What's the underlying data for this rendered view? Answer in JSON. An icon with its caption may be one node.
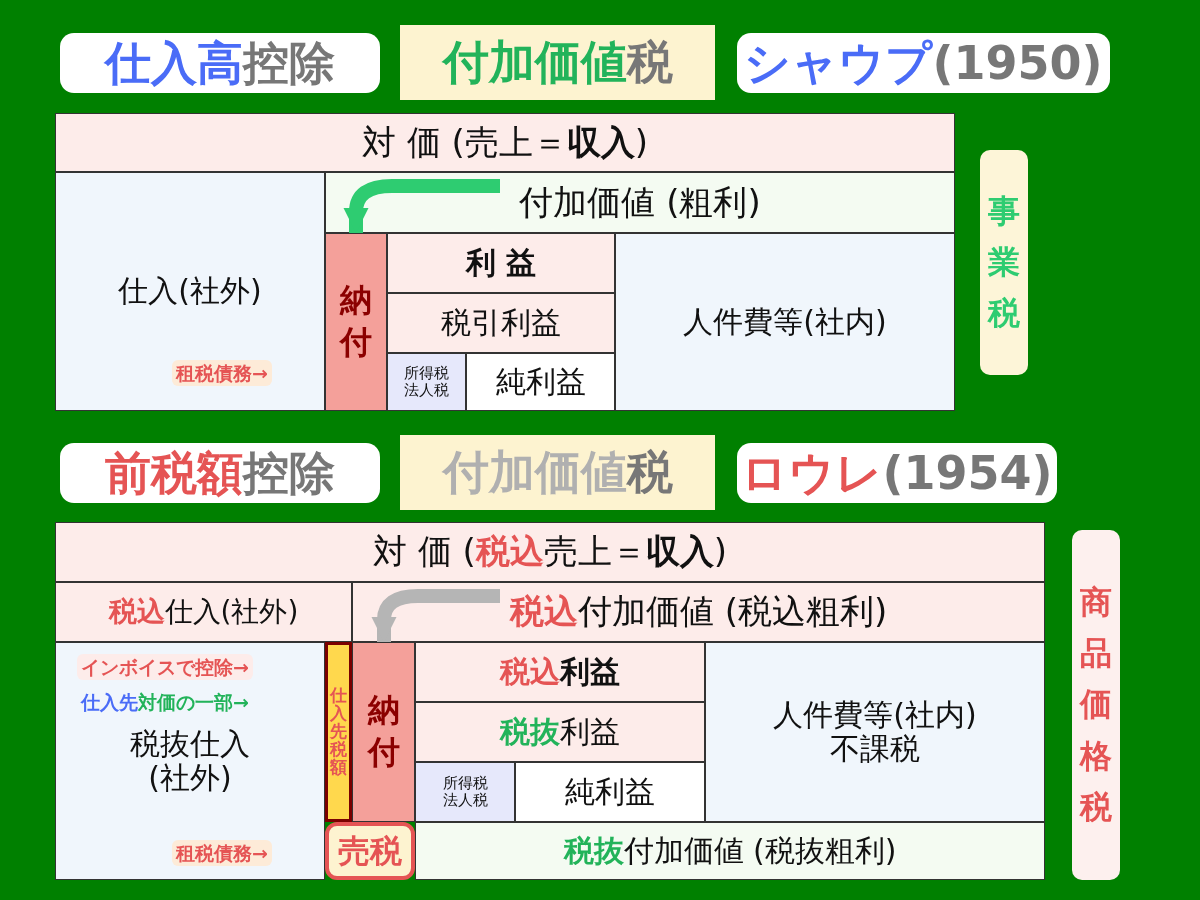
{
  "diagram": {
    "nodes": [
      {
        "text": [
          "**仕入高** 控除"
        ]
      },
      {
        "text": [
          "**付加価値** 税"
        ]
      },
      {
        "text": [
          "**シャウプ**(1950)"
        ]
      },
      {
        "text": [
          "対 価 (売上＝**収入**)"
        ]
      },
      {
        "text": [
          "仕入(社外)"
        ]
      },
      {
        "text": [
          "付加価値 (粗利)"
        ]
      },
      {
        "text": [
          "利 益"
        ]
      },
      {
        "text": [
          "人件費等(社内)"
        ]
      },
      {
        "text": [
          "納付"
        ]
      },
      {
        "text": [
          "税引利益"
        ]
      },
      {
        "text": [
          "所得税法人税"
        ]
      },
      {
        "text": [
          "純利益"
        ]
      },
      {
        "text": [
          "事業税"
        ]
      },
      {
        "text": [
          "**前税額** 控除"
        ]
      },
      {
        "text": [
          "**付加価値** 税"
        ]
      },
      {
        "text": [
          "**ロウレ**(1954)"
        ]
      },
      {
        "text": [
          "対 価 (**税込**売上＝**収入**)"
        ]
      },
      {
        "text": [
          "**税込**仕入(社外)"
        ]
      },
      {
        "text": [
          "**税込**付加価値 (税込粗利)"
        ]
      },
      {
        "text": [
          "税抜仕入(社外)"
        ]
      },
      {
        "text": [
          "仕入先税額"
        ]
      },
      {
        "text": [
          "**税込**利益"
        ]
      },
      {
        "text": [
          "人件費等(社内)不課税"
        ]
      },
      {
        "text": [
          "納付"
        ]
      },
      {
        "text": [
          "**税抜**利益"
        ]
      },
      {
        "text": [
          "所得税法人税"
        ]
      },
      {
        "text": [
          "純利益"
        ]
      },
      {
        "text": [
          "売税"
        ]
      },
      {
        "text": [
          "**税抜** 付加価値 (税抜粗利)"
        ]
      },
      {
        "text": [
          "商品価格税"
        ]
      }
    ],
    "edges": [
      {
        "from": 5,
        "to": 8,
        "arrow": "to",
        "color": "#2ecc71"
      },
      {
        "from": 18,
        "to": 23,
        "arrow": "to",
        "color": "#b5b5b5"
      }
    ],
    "labels": [
      "租税債務→",
      "インボイスで控除→",
      "**仕入先**対価の一部→",
      "租税債務→"
    ]
  }
}
